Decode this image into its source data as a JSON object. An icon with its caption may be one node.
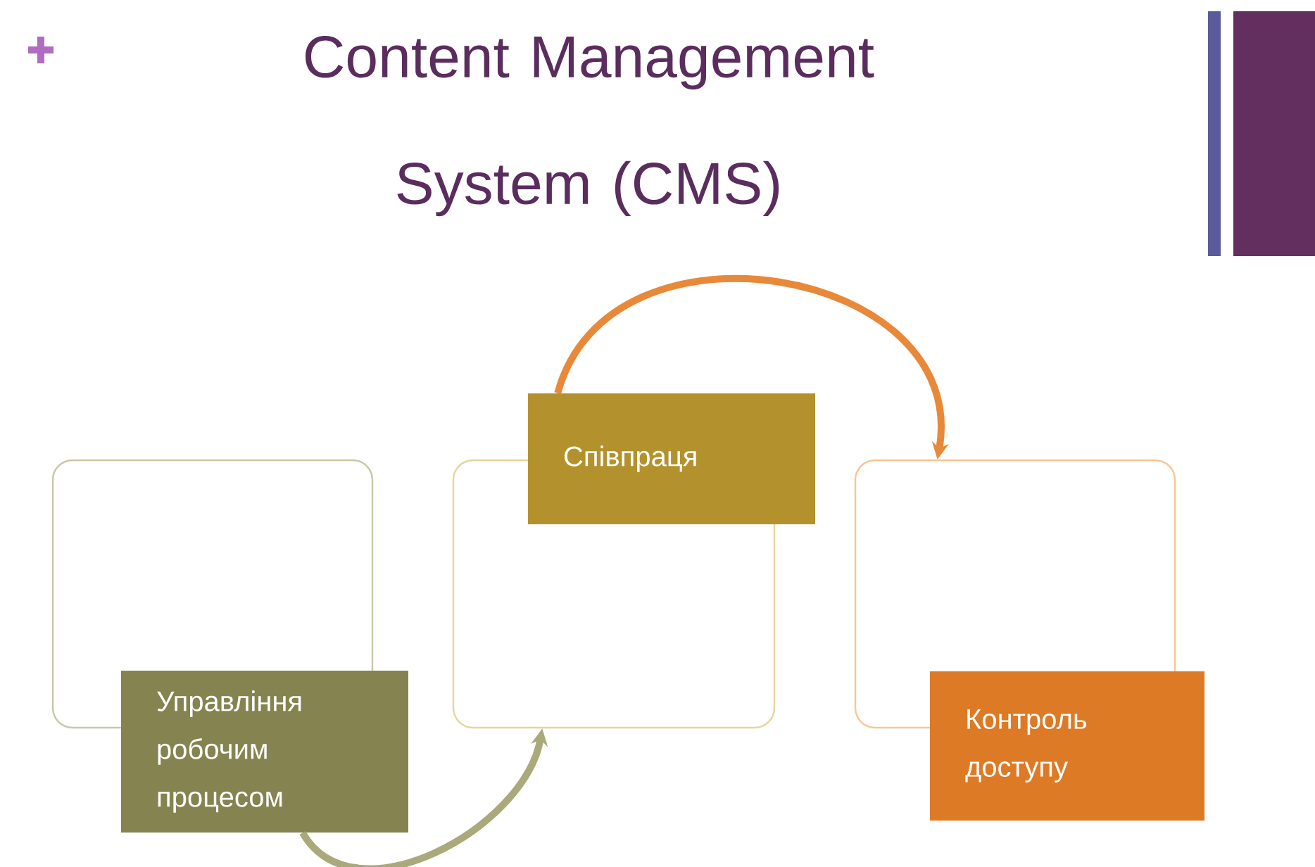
{
  "diagram": {
    "title": "Content Management System (CMS)",
    "nodes": [
      {
        "text": [],
        "shape": "box"
      },
      {
        "text": [
          "Управління робочим процесом"
        ]
      },
      {
        "text": [],
        "shape": "box"
      },
      {
        "text": [
          "Співпраця"
        ]
      },
      {
        "text": [],
        "shape": "box"
      },
      {
        "text": [
          "Контроль доступу"
        ]
      }
    ],
    "edges": [
      {
        "from": 1,
        "to": 2,
        "arrow": "to",
        "color": "#a9a97c"
      },
      {
        "from": 3,
        "to": 4,
        "arrow": "to",
        "color": "#e8893a"
      }
    ]
  }
}
